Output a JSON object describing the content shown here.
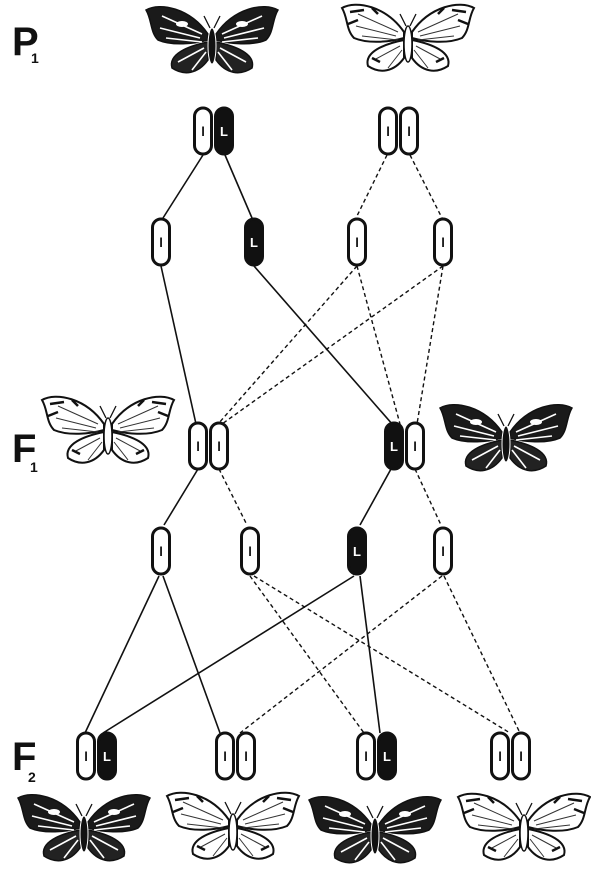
{
  "generations": {
    "p1": {
      "letter": "P",
      "sub": "1"
    },
    "f1": {
      "letter": "F",
      "sub": "1"
    },
    "f2": {
      "letter": "F",
      "sub": "2"
    }
  },
  "chromosome_symbols": {
    "dominant": "L",
    "recessive": "l"
  },
  "colors": {
    "ink": "#111111",
    "paper": "#ffffff"
  },
  "butterflies": {
    "parent_left": "dark",
    "parent_right": "light",
    "f1_left": "light",
    "f1_right": "dark",
    "f2": [
      "dark",
      "light",
      "dark",
      "light"
    ]
  }
}
